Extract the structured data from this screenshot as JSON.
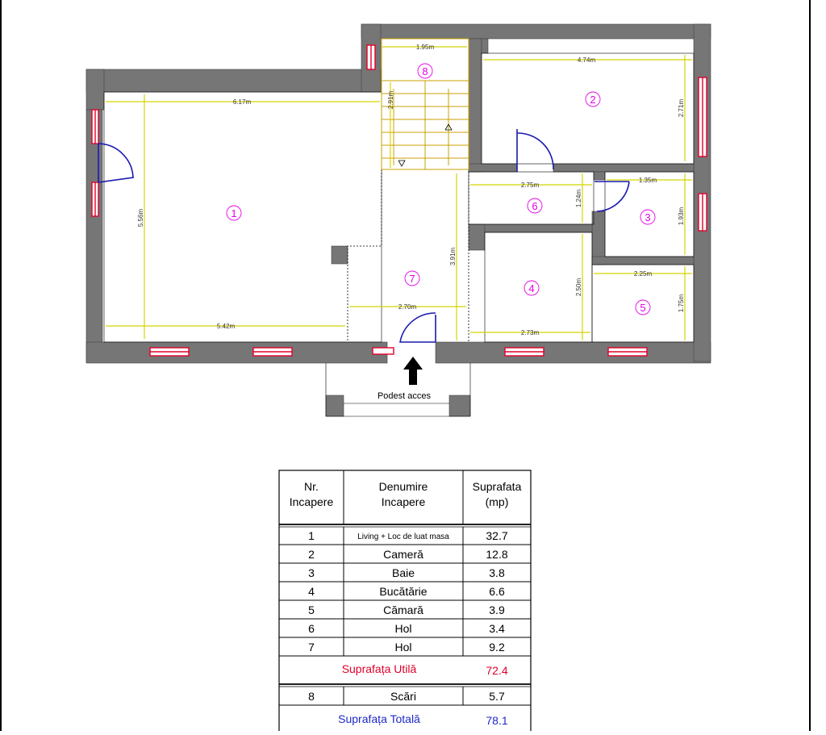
{
  "colors": {
    "wall": "#767676",
    "dim": "#d4d400",
    "room_num": "#e600e6",
    "window": "#e0002a",
    "door": "#1a1ab0",
    "stairs": "#c8a200",
    "util": "#e0002a",
    "total": "#1e28c8"
  },
  "rooms": [
    {
      "num": "1",
      "dims": [
        "6.17m",
        "5.56m",
        "5.42m"
      ]
    },
    {
      "num": "2",
      "dims": [
        "4.74m",
        "2.71m"
      ]
    },
    {
      "num": "3",
      "dims": [
        "1.35m",
        "1.93m"
      ]
    },
    {
      "num": "4",
      "dims": [
        "2.50m",
        "2.73m"
      ]
    },
    {
      "num": "5",
      "dims": [
        "2.25m",
        "1.75m"
      ]
    },
    {
      "num": "6",
      "dims": [
        "2.75m",
        "1.24m"
      ]
    },
    {
      "num": "7",
      "dims": [
        "3.91m",
        "2.70m"
      ]
    },
    {
      "num": "8",
      "dims": [
        "1.95m",
        "2.91m"
      ]
    }
  ],
  "entrance_label": "Podest acces",
  "table": {
    "headers": [
      [
        "Nr.",
        "Incapere"
      ],
      [
        "Denumire",
        "Incapere"
      ],
      [
        "Suprafata",
        "(mp)"
      ]
    ],
    "rows": [
      {
        "nr": "1",
        "name": "Living + Loc de luat masa",
        "area": "32.7"
      },
      {
        "nr": "2",
        "name": "Cameră",
        "area": "12.8"
      },
      {
        "nr": "3",
        "name": "Baie",
        "area": "3.8"
      },
      {
        "nr": "4",
        "name": "Bucătărie",
        "area": "6.6"
      },
      {
        "nr": "5",
        "name": "Cămară",
        "area": "3.9"
      },
      {
        "nr": "6",
        "name": "Hol",
        "area": "3.4"
      },
      {
        "nr": "7",
        "name": "Hol",
        "area": "9.2"
      }
    ],
    "util": {
      "label": "Suprafața Utilă",
      "value": "72.4"
    },
    "stairs_row": {
      "nr": "8",
      "name": "Scări",
      "area": "5.7"
    },
    "total": {
      "label": "Suprafața Totală",
      "value": "78.1"
    }
  }
}
